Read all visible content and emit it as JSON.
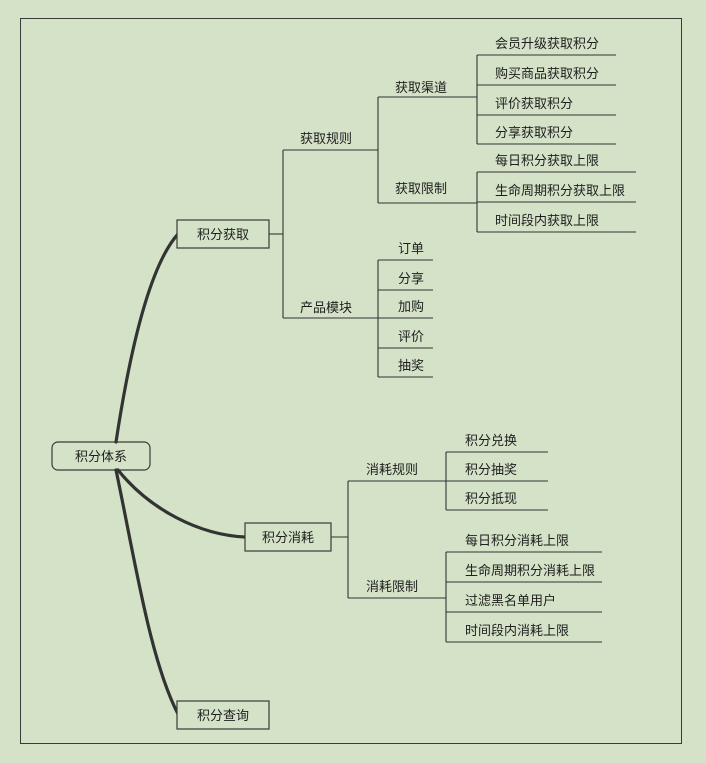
{
  "root": {
    "label": "积分体系"
  },
  "branches": [
    {
      "label": "积分获取",
      "groups": [
        {
          "label": "获取规则",
          "subgroups": [
            {
              "label": "获取渠道",
              "items": [
                "会员升级获取积分",
                "购买商品获取积分",
                "评价获取积分",
                "分享获取积分"
              ]
            },
            {
              "label": "获取限制",
              "items": [
                "每日积分获取上限",
                "生命周期积分获取上限",
                "时间段内获取上限"
              ]
            }
          ]
        },
        {
          "label": "产品模块",
          "items": [
            "订单",
            "分享",
            "加购",
            "评价",
            "抽奖"
          ]
        }
      ]
    },
    {
      "label": "积分消耗",
      "groups": [
        {
          "label": "消耗规则",
          "items": [
            "积分兑换",
            "积分抽奖",
            "积分抵现"
          ]
        },
        {
          "label": "消耗限制",
          "items": [
            "每日积分消耗上限",
            "生命周期积分消耗上限",
            "过滤黑名单用户",
            "时间段内消耗上限"
          ]
        }
      ]
    },
    {
      "label": "积分查询",
      "groups": []
    }
  ]
}
